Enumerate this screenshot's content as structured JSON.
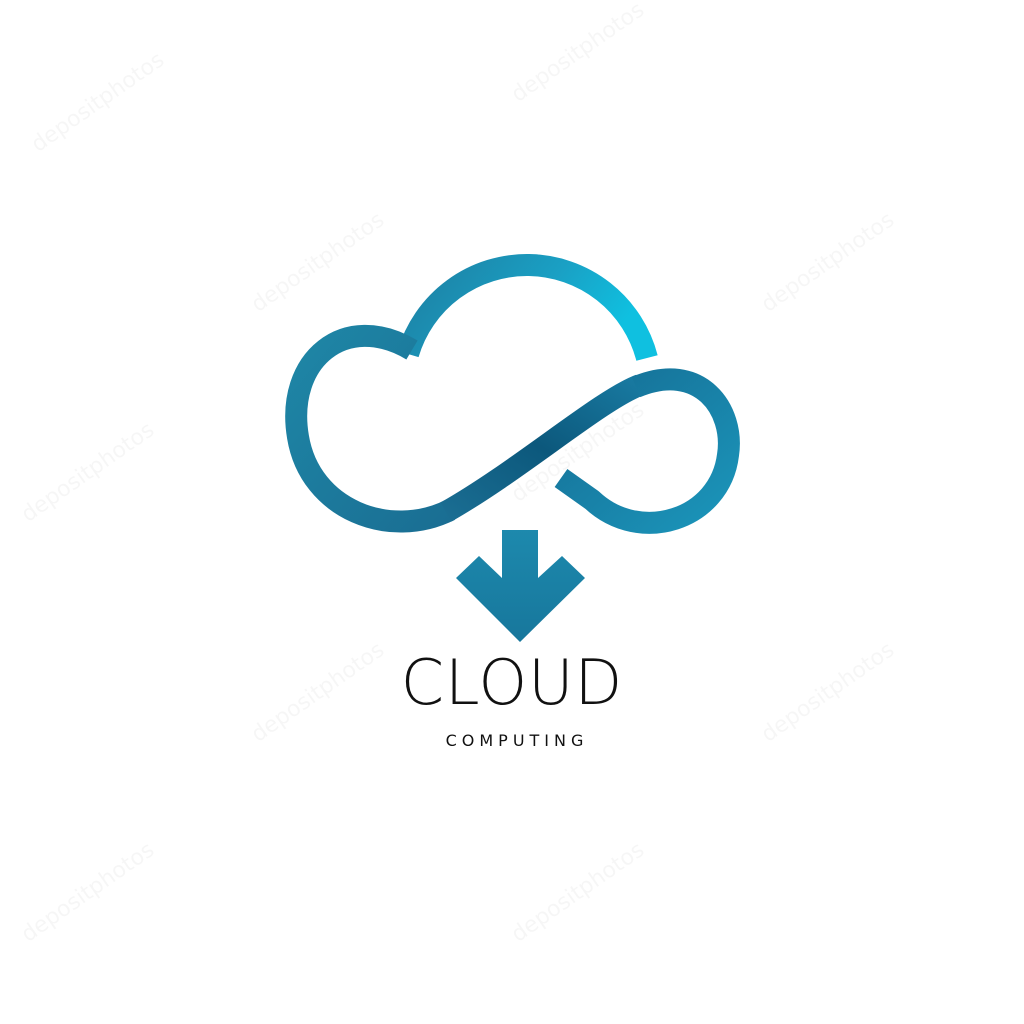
{
  "logo": {
    "title": "CLOUD",
    "subtitle": "COMPUTING",
    "icon": "cloud-infinity-download-icon",
    "colors": {
      "primary": "#1a8fb1",
      "light": "#12b4d6",
      "dark": "#0d5f82",
      "text": "#111111"
    }
  },
  "watermark": {
    "text": "depositphotos"
  }
}
